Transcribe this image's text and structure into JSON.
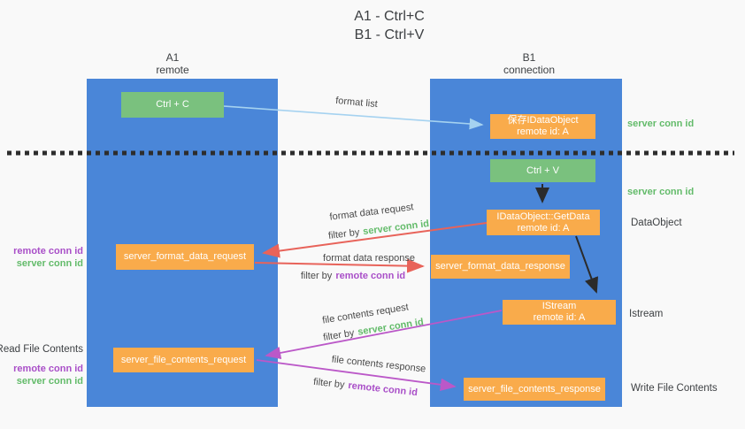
{
  "title": {
    "line1": "A1 - Ctrl+C",
    "line2": "B1 - Ctrl+V"
  },
  "lanes": {
    "left": {
      "name": "A1",
      "role": "remote"
    },
    "right": {
      "name": "B1",
      "role": "connection"
    }
  },
  "nodes": {
    "ctrl_c": {
      "label": "Ctrl + C"
    },
    "ctrl_v": {
      "label": "Ctrl + V"
    },
    "save_idataobject": {
      "line1": "保存IDataObject",
      "line2": "remote id: A"
    },
    "getdata": {
      "line1": "IDataObject::GetData",
      "line2": "remote id: A"
    },
    "istream": {
      "line1": "IStream",
      "line2": "remote id: A"
    },
    "format_request": {
      "label": "server_format_data_request"
    },
    "format_response": {
      "label": "server_format_data_response"
    },
    "file_request": {
      "label": "server_file_contents_request"
    },
    "file_response": {
      "label": "server_file_contents_response"
    }
  },
  "edge_labels": {
    "format_list": "format list",
    "format_data_request": "format data request",
    "format_data_response": "format data response",
    "file_contents_request": "file contents request",
    "file_contents_response": "file contents response",
    "filter_by": "filter by",
    "server_conn_id": "server conn id",
    "remote_conn_id": "remote conn id"
  },
  "side_labels": {
    "left_remote_conn_id_1": "remote conn id",
    "left_server_conn_id_1": "server conn id",
    "read_file_contents": "Read File Contents",
    "left_remote_conn_id_2": "remote conn id",
    "left_server_conn_id_2": "server conn id",
    "right_server_conn_id_1": "server conn id",
    "right_server_conn_id_2": "server conn id",
    "dataobject": "DataObject",
    "istream": "Istream",
    "write_file_contents": "Write File Contents"
  },
  "colors": {
    "lane_blue": "#4a86d8",
    "node_green": "#7ac17e",
    "node_orange": "#f9ab4b",
    "arrow_red": "#e8635a",
    "arrow_purple": "#bb58c8",
    "arrow_blue": "#a5d2f0",
    "text_green": "#63bb6a",
    "text_purple": "#a94fc8",
    "text_dark": "#3d4043",
    "divider": "#2d2d2d",
    "bg": "#f9f9f9"
  }
}
